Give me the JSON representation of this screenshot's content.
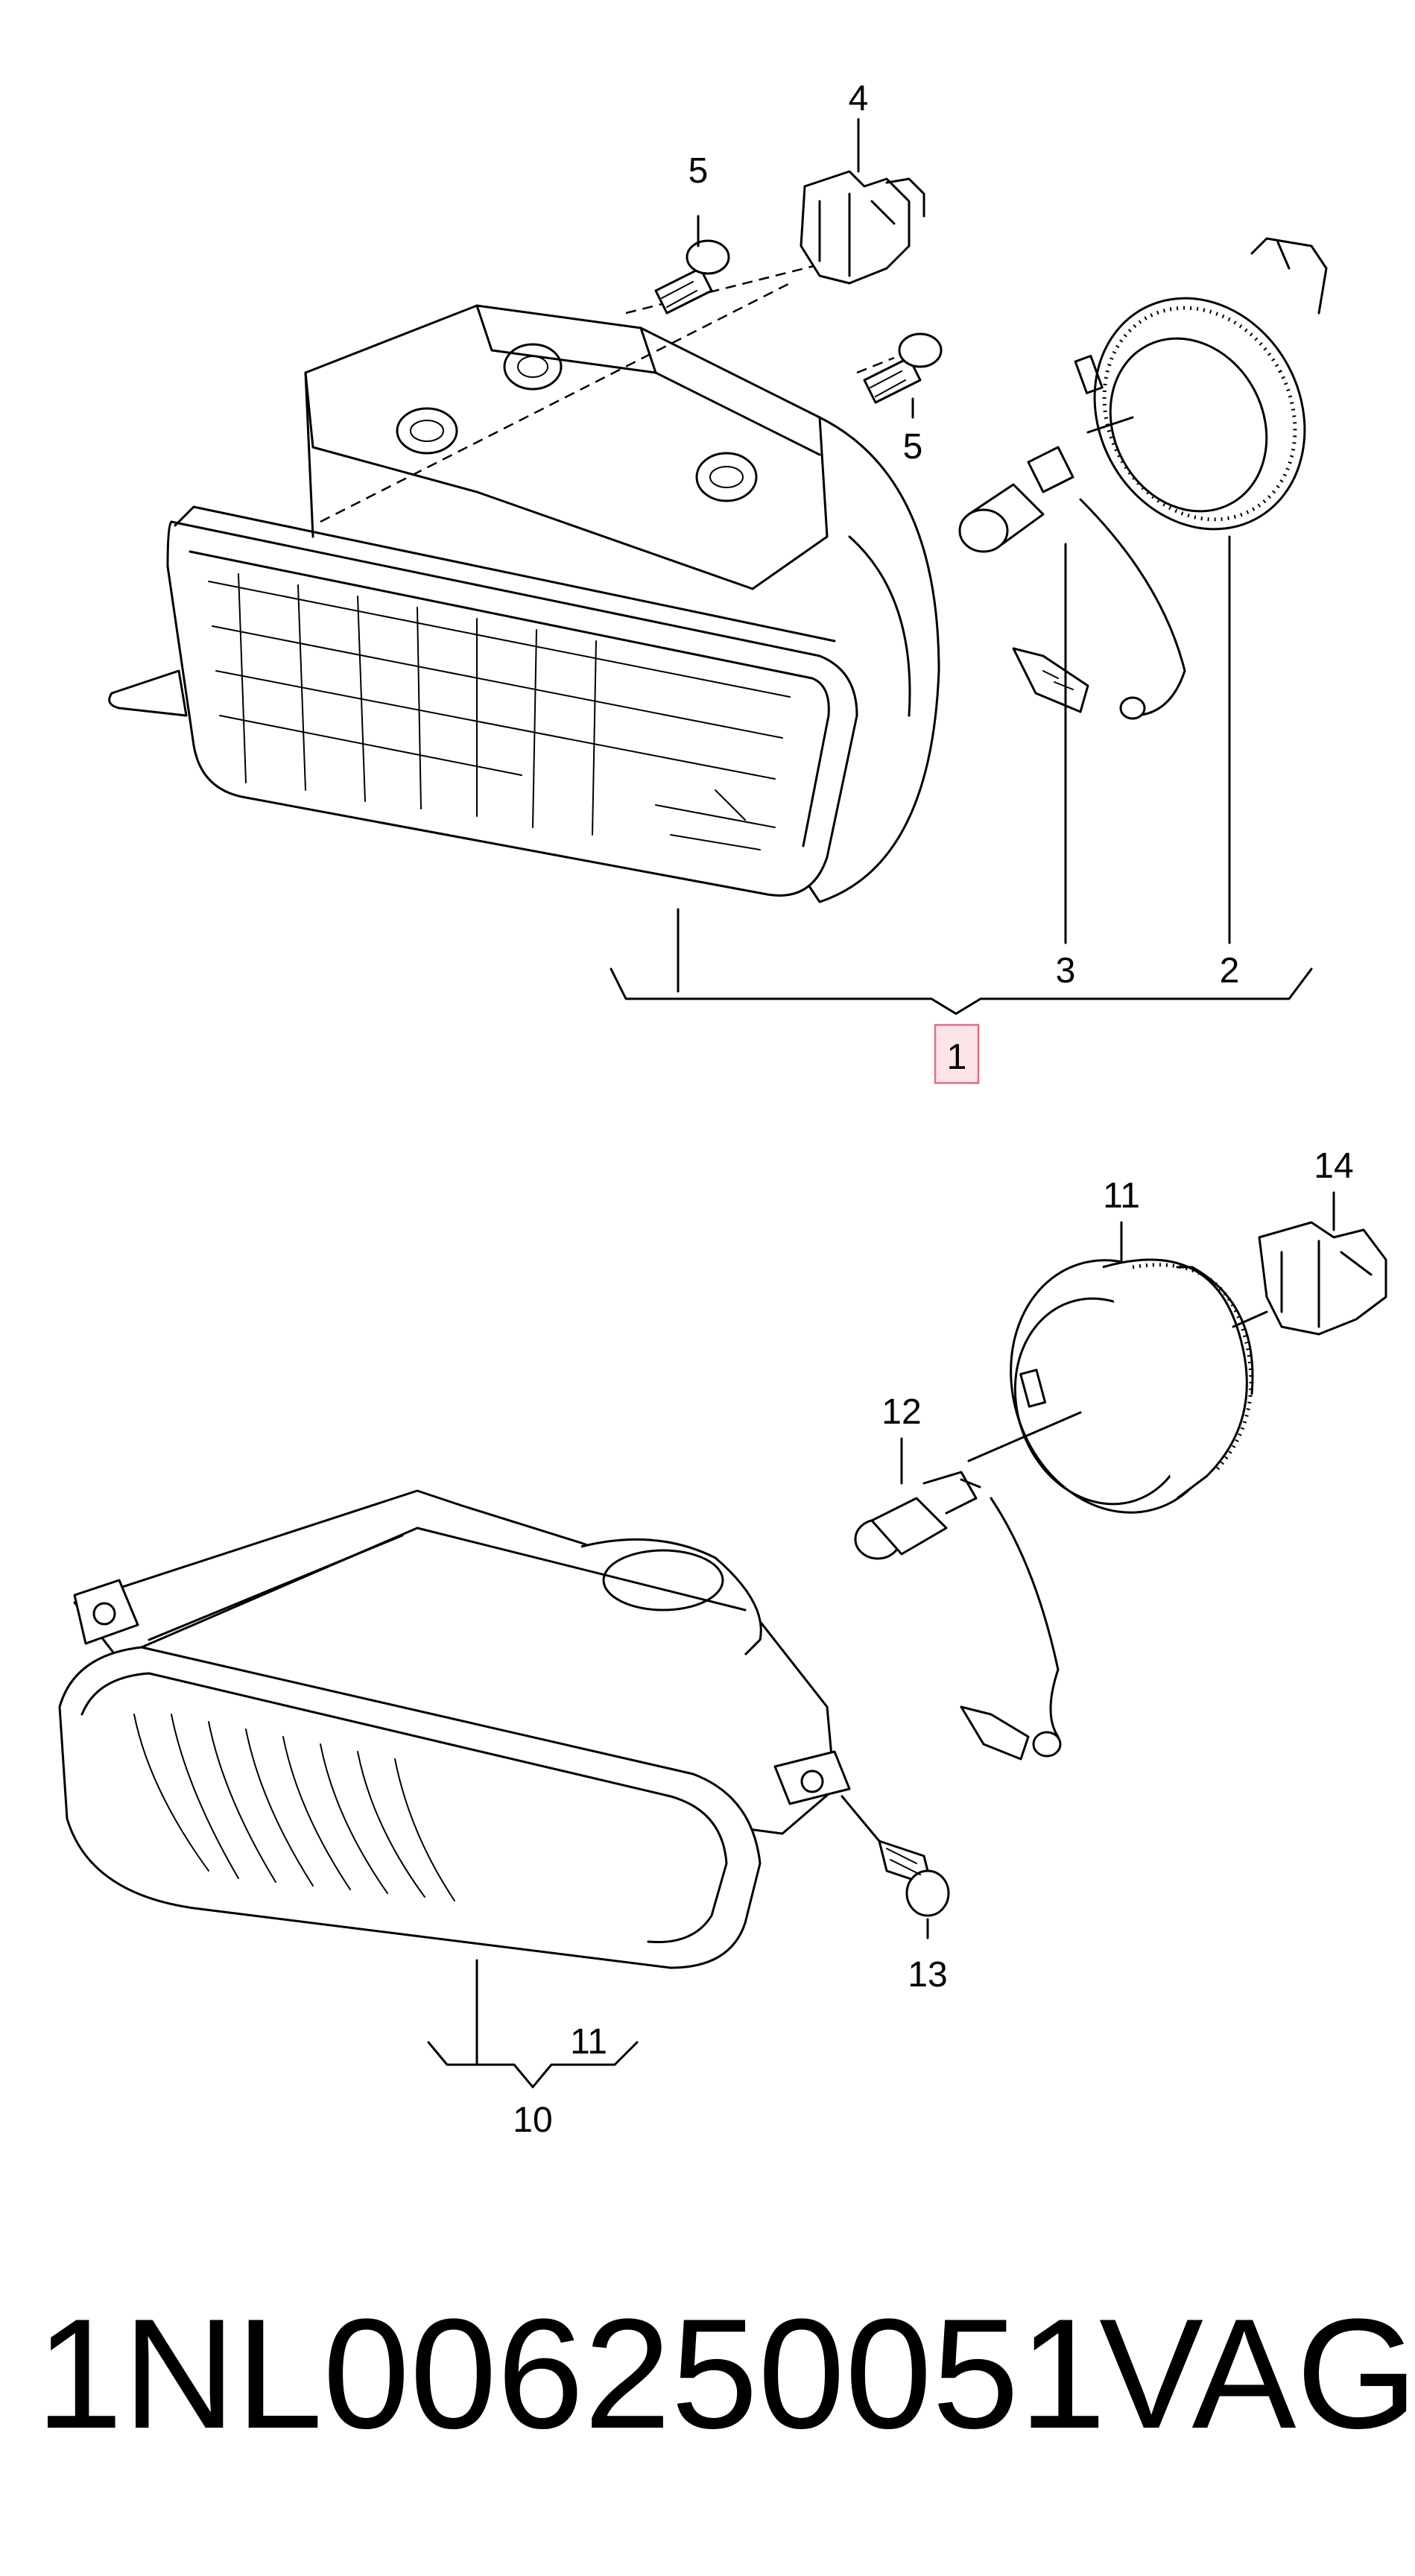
{
  "diagram": {
    "callouts": {
      "c1": "1",
      "c2": "2",
      "c3": "3",
      "c4": "4",
      "c5a": "5",
      "c5b": "5",
      "c10": "10",
      "c11a": "11",
      "c11b": "11",
      "c12": "12",
      "c13": "13",
      "c14": "14"
    },
    "highlight_color": "#e06d82"
  },
  "footer": {
    "part_number": "1NL006250051",
    "manufacturer": "VAG"
  }
}
